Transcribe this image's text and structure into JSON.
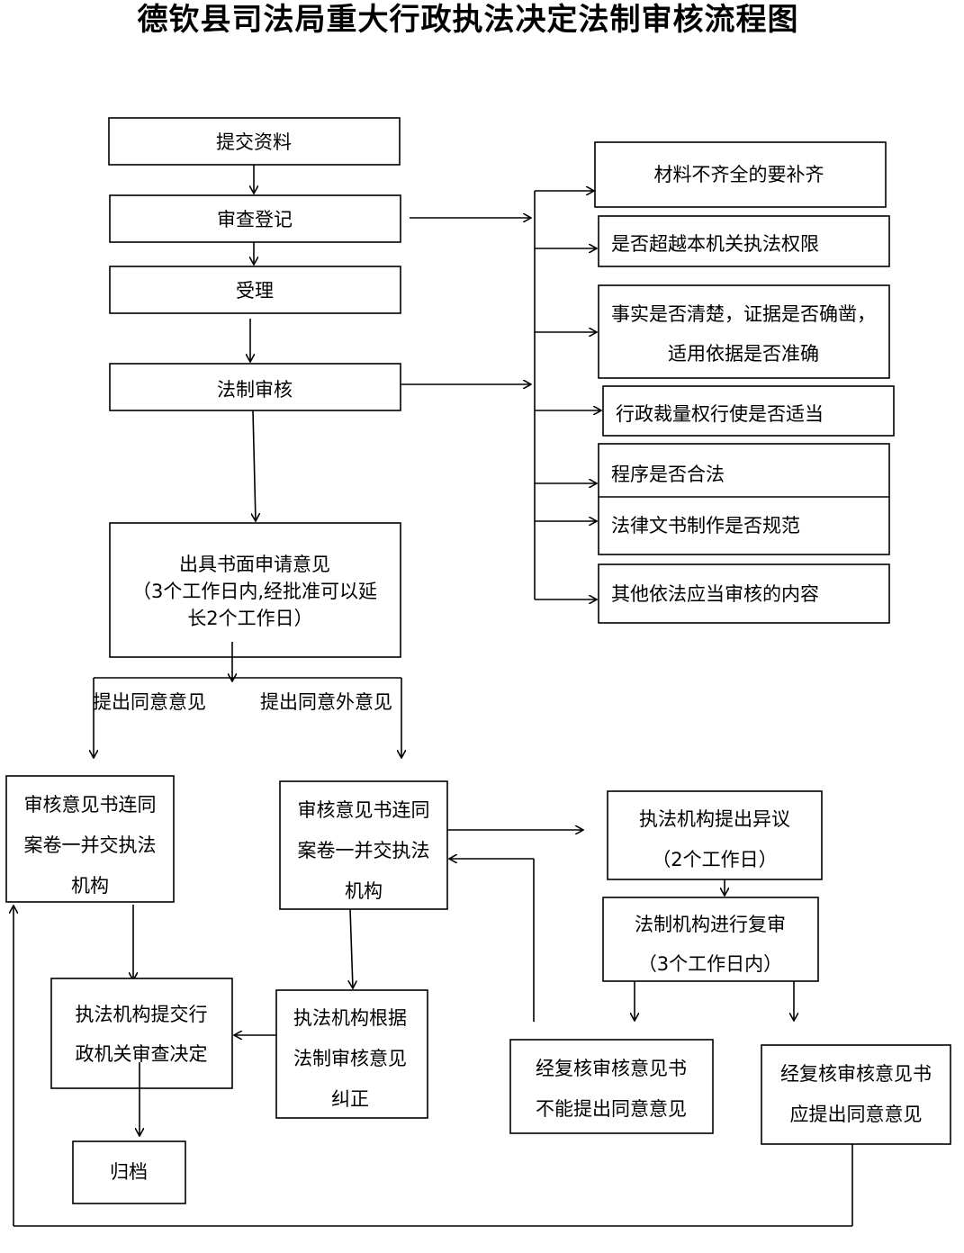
{
  "title": "德钦县司法局重大行政执法决定法制审核流程图",
  "steps": {
    "submit": "提交资料",
    "register": "审查登记",
    "accept": "受理",
    "legal_review": "法制审核",
    "opinion_line1": "出具书面申请意见",
    "opinion_line2": "（3个工作日内,经批准可以延",
    "opinion_line3": "长2个工作日）"
  },
  "checks": [
    "材料不齐全的要补齐",
    "是否超越本机关执法权限",
    "事实是否清楚，证据是否确凿，",
    "适用依据是否准确",
    "行政裁量权行使是否适当",
    "程序是否合法",
    "法律文书制作是否规范",
    "其他依法应当审核的内容"
  ],
  "branches": {
    "agree": "提出同意意见",
    "disagree": "提出同意外意见"
  },
  "left_path": {
    "doc_line1": "审核意见书连同",
    "doc_line2": "案卷一并交执法",
    "doc_line3": "机构",
    "submit_line1": "执法机构提交行",
    "submit_line2": "政机关审查决定",
    "archive": "归档"
  },
  "middle_path": {
    "doc_line1": "审核意见书连同",
    "doc_line2": "案卷一并交执法",
    "doc_line3": "机构",
    "correct_line1": "执法机构根据",
    "correct_line2": "法制审核意见",
    "correct_line3": "纠正"
  },
  "right_path": {
    "objection_line1": "执法机构提出异议",
    "objection_line2": "（2个工作日）",
    "recheck_line1": "法制机构进行复审",
    "recheck_line2": "（3个工作日内）",
    "no_agree_line1": "经复核审核意见书",
    "no_agree_line2": "不能提出同意意见",
    "agree_line1": "经复核审核意见书",
    "agree_line2": "应提出同意意见"
  }
}
